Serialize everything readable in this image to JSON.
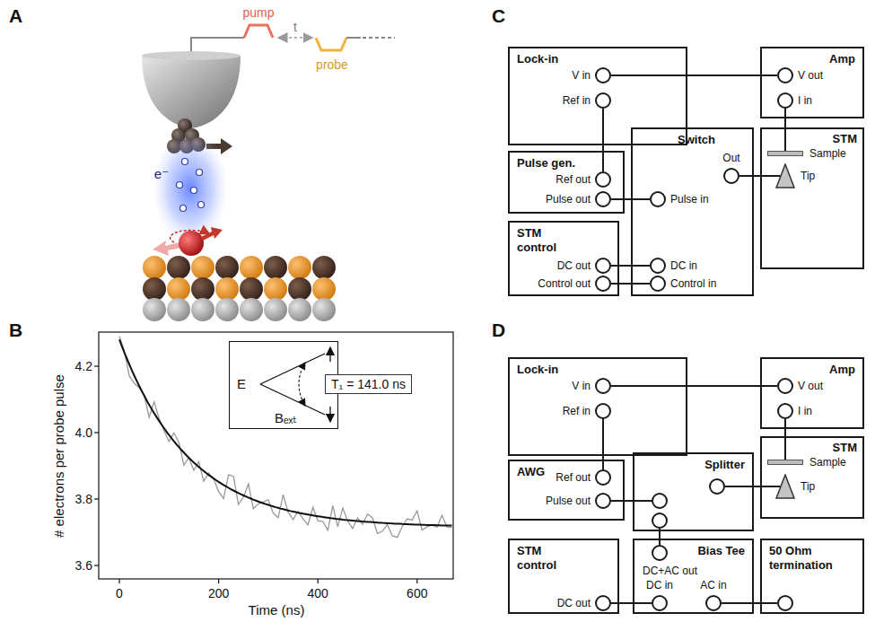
{
  "diagram": {
    "nodes": [
      {
        "text": [
          "Lock-in"
        ]
      },
      {
        "text": [
          "V in"
        ],
        "in": 0
      },
      {
        "text": [
          "Ref in"
        ],
        "in": 0
      },
      {
        "text": [
          "Amp"
        ]
      },
      {
        "text": [
          "V out"
        ],
        "in": 3
      },
      {
        "text": [
          "I in"
        ],
        "in": 3
      },
      {
        "text": [
          "Pulse gen."
        ]
      },
      {
        "text": [
          "Ref out"
        ],
        "in": 6
      },
      {
        "text": [
          "Pulse out"
        ],
        "in": 6
      },
      {
        "text": [
          "Switch"
        ]
      },
      {
        "text": [
          "Pulse in"
        ],
        "in": 9
      },
      {
        "text": [
          "Out"
        ],
        "in": 9
      },
      {
        "text": [
          "DC in"
        ],
        "in": 9
      },
      {
        "text": [
          "Control in"
        ],
        "in": 9
      },
      {
        "text": [
          "STM"
        ]
      },
      {
        "text": [
          "Sample"
        ],
        "in": 14
      },
      {
        "text": [
          "Tip"
        ],
        "in": 14
      },
      {
        "text": [
          "STM control"
        ]
      },
      {
        "text": [
          "DC out"
        ],
        "in": 17
      },
      {
        "text": [
          "Control out"
        ],
        "in": 17
      },
      {
        "text": [
          "Lock-in"
        ]
      },
      {
        "text": [
          "V in"
        ],
        "in": 20
      },
      {
        "text": [
          "Ref in"
        ],
        "in": 20
      },
      {
        "text": [
          "Amp"
        ]
      },
      {
        "text": [
          "V out"
        ],
        "in": 23
      },
      {
        "text": [
          "I in"
        ],
        "in": 23
      },
      {
        "text": [
          "AWG"
        ]
      },
      {
        "text": [
          "Ref out"
        ],
        "in": 26
      },
      {
        "text": [
          "Pulse out"
        ],
        "in": 26
      },
      {
        "text": [
          "Splitter"
        ]
      },
      {
        "text": [
          "Bias Tee"
        ]
      },
      {
        "text": [
          "DC+AC out"
        ],
        "in": 30
      },
      {
        "text": [
          "DC in"
        ],
        "in": 30
      },
      {
        "text": [
          "AC in"
        ],
        "in": 30
      },
      {
        "text": [
          "STM"
        ]
      },
      {
        "text": [
          "Sample"
        ],
        "in": 34
      },
      {
        "text": [
          "Tip"
        ],
        "in": 34
      },
      {
        "text": [
          "STM control"
        ]
      },
      {
        "text": [
          "DC out"
        ],
        "in": 37
      },
      {
        "text": [
          "50 Ohm termination"
        ]
      },
      {
        "text": [
          "E",
          "Bₑₓₜ"
        ]
      },
      {
        "text": [
          "T₁ = 141.0 ns"
        ]
      }
    ],
    "edges": [
      {
        "from": 1,
        "to": 4,
        "arrow": "none"
      },
      {
        "from": 2,
        "to": 7,
        "arrow": "none"
      },
      {
        "from": 5,
        "to": 15,
        "arrow": "none"
      },
      {
        "from": 8,
        "to": 10,
        "arrow": "none"
      },
      {
        "from": 11,
        "to": 16,
        "arrow": "none"
      },
      {
        "from": 18,
        "to": 12,
        "arrow": "none"
      },
      {
        "from": 19,
        "to": 13,
        "arrow": "none"
      },
      {
        "from": 21,
        "to": 24,
        "arrow": "none"
      },
      {
        "from": 22,
        "to": 27,
        "arrow": "none"
      },
      {
        "from": 25,
        "to": 35,
        "arrow": "none"
      },
      {
        "from": 28,
        "to": 29,
        "arrow": "none"
      },
      {
        "from": 29,
        "to": 36,
        "arrow": "none"
      },
      {
        "from": 29,
        "to": 31,
        "arrow": "none"
      },
      {
        "from": 38,
        "to": 32,
        "arrow": "none"
      },
      {
        "from": 33,
        "to": 39,
        "arrow": "none"
      }
    ],
    "labels": [
      "A",
      "pump",
      "t",
      "probe",
      "e⁻",
      "B",
      "4.2",
      "4.0",
      "3.8",
      "3.6",
      "0",
      "200",
      "400",
      "600",
      "# electrons per probe pulse",
      "Time (ns)",
      "C",
      "D"
    ]
  }
}
